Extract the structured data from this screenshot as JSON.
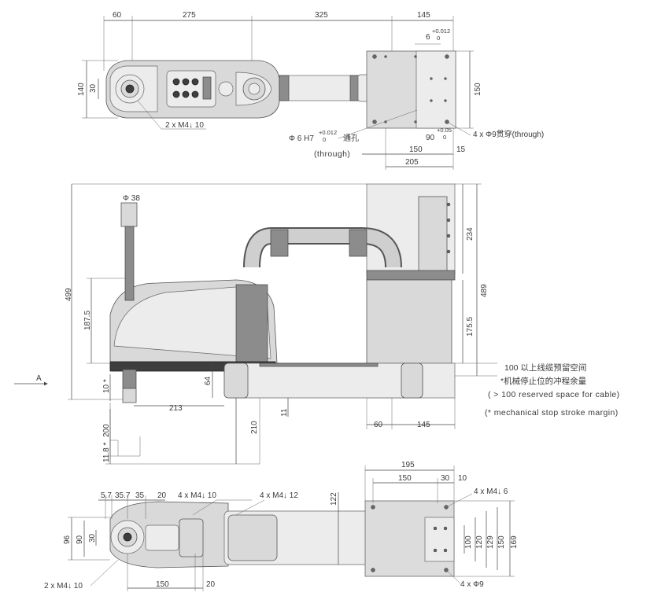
{
  "top_view": {
    "dims": {
      "d60": "60",
      "d275": "275",
      "d325": "325",
      "d145": "145",
      "d140": "140",
      "d30": "30",
      "d150": "150",
      "d6": "6",
      "tol_pos": "+0.012",
      "tol_zero": "0",
      "d90": "90",
      "tol_05": "+0.05",
      "tol_0": "0",
      "d150b": "150",
      "d15": "15",
      "d205": "205"
    },
    "labels": {
      "m4_holes": "2 x M4↓ 10",
      "phi6_prefix": "Φ 6 H7",
      "phi6_tol_top": "+0.012",
      "phi6_tol_bot": "0",
      "phi6_suffix": "通孔",
      "through": "(through)",
      "phi9_holes": "4 x Φ9贯穿(through)"
    }
  },
  "side_view": {
    "dims": {
      "phi38": "Φ 38",
      "d499": "499",
      "d1875": "187.5",
      "d10": "10 *",
      "d213": "213",
      "d64": "64",
      "d11": "11",
      "d200": "200",
      "d210": "210",
      "d118": "11.8 *",
      "d234": "234",
      "d489": "489",
      "d1755": "175.5",
      "d60": "60",
      "d145": "145"
    },
    "arrow_label": "A",
    "notes": {
      "cable_cn": "100 以上线缆预留空间",
      "stroke_cn": "*机械停止位的冲程余量",
      "cable_en": "( > 100 reserved space for cable)",
      "stroke_en": "(* mechanical stop stroke margin)"
    }
  },
  "bottom_view": {
    "dims": {
      "d57": "5.7",
      "d357": "35.7",
      "d35": "35",
      "d20": "20",
      "d96": "96",
      "d90": "90",
      "d30": "30",
      "d122": "122",
      "d150": "150",
      "d20b": "20",
      "d195": "195",
      "d150c": "150",
      "d30b": "30",
      "d10": "10",
      "d100": "100",
      "d120": "120",
      "d129": "129",
      "d150d": "150",
      "d169": "169"
    },
    "labels": {
      "m4_10": "4 x M4↓ 10",
      "m4_12": "4 x M4↓ 12",
      "m4_6": "4 x M4↓ 6",
      "m4_10b": "2 x M4↓ 10",
      "phi9": "4 x Φ9"
    }
  },
  "colors": {
    "line": "#444444",
    "body_fill": "#d9d9d9",
    "dark_fill": "#3e3e3e",
    "text": "#3a3a3a"
  }
}
